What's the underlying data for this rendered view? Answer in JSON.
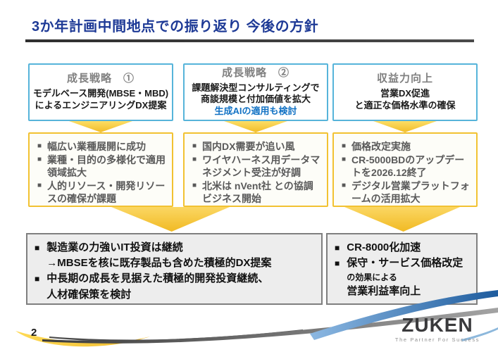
{
  "title": "3か年計画中間地点での振り返り 今後の方針",
  "page_number": "2",
  "glyphs": {
    "bullet": "■"
  },
  "columns": [
    {
      "category": "成長戦略　①",
      "header_lines": [
        "モデルベース開発(MBSE・MBD)",
        "によるエンジニアリングDX提案"
      ],
      "highlight": "",
      "items": [
        "幅広い業種展開に成功",
        "業種・目的の多様化で適用領域拡大",
        "人的リソース・開発リソースの確保が課題"
      ]
    },
    {
      "category": "成長戦略　②",
      "header_lines": [
        "課題解決型コンサルティングで",
        "商談規模と付加価値を拡大"
      ],
      "highlight": "生成AIの適用も検討",
      "items": [
        "国内DX需要が追い風",
        "ワイヤハーネス用データマネジメント受注が好調",
        "北米は nVent社 との協調ビジネス開始"
      ]
    },
    {
      "category": "収益力向上",
      "header_lines": [
        "営業DX促進",
        "と適正な価格水準の確保"
      ],
      "highlight": "",
      "items": [
        "価格改定実施",
        "CR-5000BDのアップデートを2026.12終了",
        "デジタル営業プラットフォームの活用拡大"
      ]
    }
  ],
  "conclusion_left": {
    "item1": "製造業の力強いIT投資は継続",
    "item1_sub": "→MBSEを核に既存製品も含めた積極的DX提案",
    "item2": "中長期の成長を見据えた積極的開発投資継続、\n人材確保策を検討"
  },
  "conclusion_right": {
    "item1": "CR-8000化加速",
    "item2": "保守・サービス価格改定",
    "item2_sub_small": "の効果による",
    "item2_sub": "営業利益率向上"
  },
  "footer": {
    "logo": "ZUKEN",
    "tagline": "The Partner For Success"
  },
  "colors": {
    "title_blue": "#1e3a96",
    "header_border_blue": "#56b4da",
    "highlight_blue": "#1272c4",
    "accent_gold": "#f2c232",
    "status_text_gray": "#595959",
    "conclusion_bg": "#ededed",
    "conclusion_border": "#7f7f7f",
    "logo_dark": "#3a3a3c"
  }
}
